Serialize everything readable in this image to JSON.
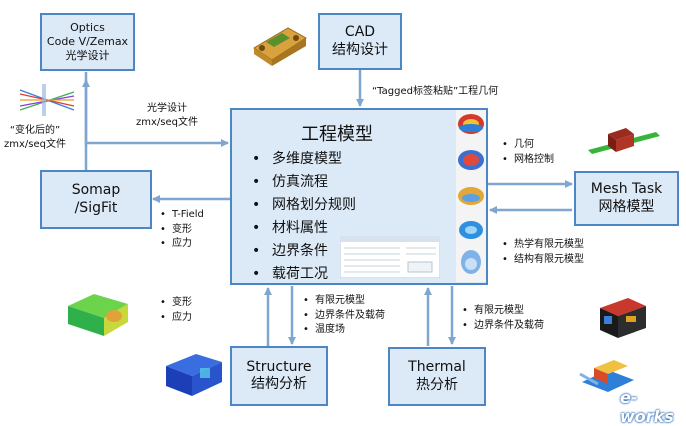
{
  "boxes": {
    "optics": {
      "lines": [
        "Optics",
        "Code V/Zemax",
        "光学设计"
      ]
    },
    "cad": {
      "lines": [
        "CAD",
        "结构设计"
      ]
    },
    "center": {
      "title": "工程模型",
      "items": [
        "多维度模型",
        "仿真流程",
        "网格划分规则",
        "材料属性",
        "边界条件",
        "载荷工况"
      ]
    },
    "somap": {
      "lines": [
        "Somap",
        "/SigFit"
      ]
    },
    "mesh": {
      "lines": [
        "Mesh Task",
        "网格模型"
      ]
    },
    "structure": {
      "lines": [
        "Structure",
        "结构分析"
      ]
    },
    "thermal": {
      "lines": [
        "Thermal",
        "热分析"
      ]
    }
  },
  "labels": {
    "tagged": "“Tagged标签粘贴”工程几何",
    "optics_to_center": [
      "光学设计",
      "zmx/seq文件"
    ],
    "changed": [
      "“变化后的”",
      "zmx/seq文件"
    ],
    "center_to_somap": [
      "T-Field",
      "变形",
      "应力"
    ],
    "mesh_in": [
      "几何",
      "网格控制"
    ],
    "mesh_out": [
      "热学有限元模型",
      "结构有限元模型"
    ],
    "structure_to_somap": [
      "变形",
      "应力"
    ],
    "center_to_structure": [
      "有限元模型",
      "边界条件及载荷",
      "温度场"
    ],
    "center_to_thermal": [
      "有限元模型",
      "边界条件及载荷"
    ]
  },
  "watermark": "e-works",
  "colors": {
    "box_fill": "#dce9f7",
    "box_border": "#4d86c4",
    "arrow": "#7fa6cf"
  }
}
